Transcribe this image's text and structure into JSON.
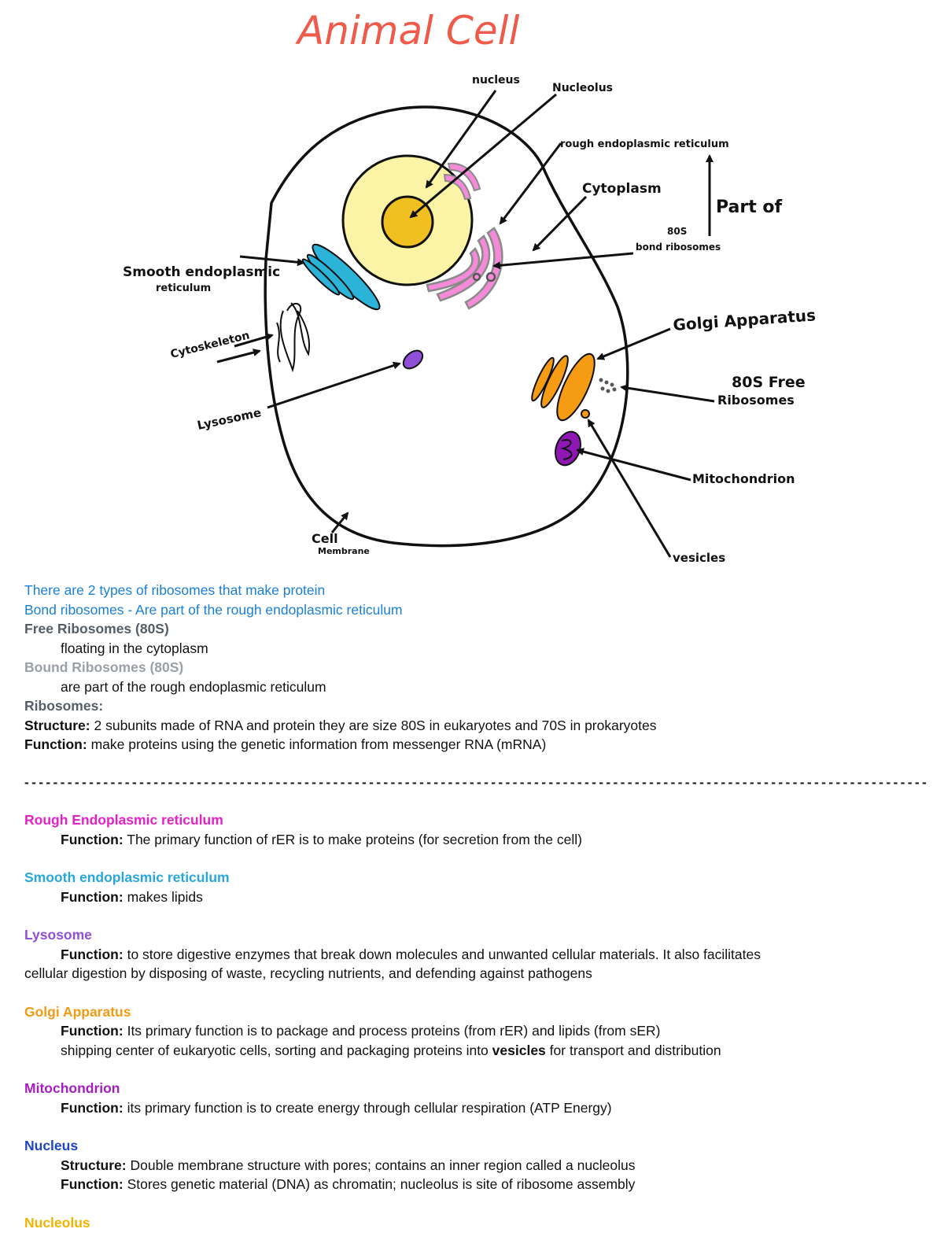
{
  "diagram": {
    "title": "Animal Cell",
    "labels": {
      "nucleus": "nucleus",
      "nucleolus": "Nucleolus",
      "rough_er": "rough endoplasmic reticulum",
      "cytoplasm": "Cytoplasm",
      "part_of": "Part of",
      "bound_ribosomes_size": "80S",
      "bound_ribosomes": "bond ribosomes",
      "smooth_er_line1": "Smooth endoplasmic",
      "smooth_er_line2": "reticulum",
      "cytoskeleton": "Cytoskeleton",
      "lysosome": "Lysosome",
      "golgi": "Golgi Apparatus",
      "free_ribosomes_line1": "80S Free",
      "free_ribosomes_line2": "Ribosomes",
      "mitochondrion": "Mitochondrion",
      "vesicles": "vesicles",
      "cell_membrane_line1": "Cell",
      "cell_membrane_line2": "Membrane"
    },
    "colors": {
      "title": "#f05a4a",
      "nucleus_fill": "#fbf3a6",
      "nucleolus_fill": "#f0c020",
      "rough_er": "#f58ad9",
      "smooth_er": "#2bb3d8",
      "lysosome": "#8f4fd6",
      "golgi": "#f59b14",
      "mitochondrion": "#8f18b5"
    }
  },
  "notes": {
    "intro1": "There are 2 types of ribosomes that make protein",
    "intro2": "Bond ribosomes - Are part of the rough endoplasmic reticulum",
    "free_title": "Free Ribosomes (80S)",
    "free_desc": "floating in the cytoplasm",
    "bound_title": "Bound Ribosomes (80S)",
    "bound_desc": "are part of the rough endoplasmic reticulum",
    "ribosomes_title": "Ribosomes:",
    "structure_label": "Structure:",
    "ribosomes_structure": "2 subunits made of RNA and protein they are size 80S in eukaryotes and 70S in prokaryotes",
    "function_label": "Function:",
    "ribosomes_function": "make proteins using the genetic information from messenger RNA (mRNA)",
    "divider": "--------------------------------------------------------------------------------------------------------------------------------------------------------------------",
    "rough_title": "Rough Endoplasmic reticulum",
    "rough_function": "The primary function of rER is to make proteins (for secretion from the cell)",
    "smooth_title": "Smooth endoplasmic reticulum",
    "smooth_function": "makes lipids",
    "lysosome_title": "Lysosome",
    "lysosome_function": "to store digestive enzymes that break down molecules and unwanted cellular materials. It also facilitates",
    "lysosome_function_cont": "cellular digestion by disposing of waste, recycling nutrients, and defending against pathogens",
    "golgi_title": "Golgi Apparatus",
    "golgi_function": "Its primary function is to package and process proteins (from rER) and lipids (from sER)",
    "golgi_line2_a": "shipping center of eukaryotic cells, sorting and packaging proteins into",
    "golgi_line2_bold": "vesicles",
    "golgi_line2_b": "for transport and distribution",
    "mito_title": "Mitochondrion",
    "mito_function": "its primary function is to create energy through cellular respiration (ATP Energy)",
    "nucleus_title": "Nucleus",
    "nucleus_structure": "Double membrane structure with pores; contains an inner region called a nucleolus",
    "nucleus_function": "Stores genetic material (DNA) as chromatin; nucleolus is site of ribosome assembly",
    "nucleolus_title": "Nucleolus"
  }
}
